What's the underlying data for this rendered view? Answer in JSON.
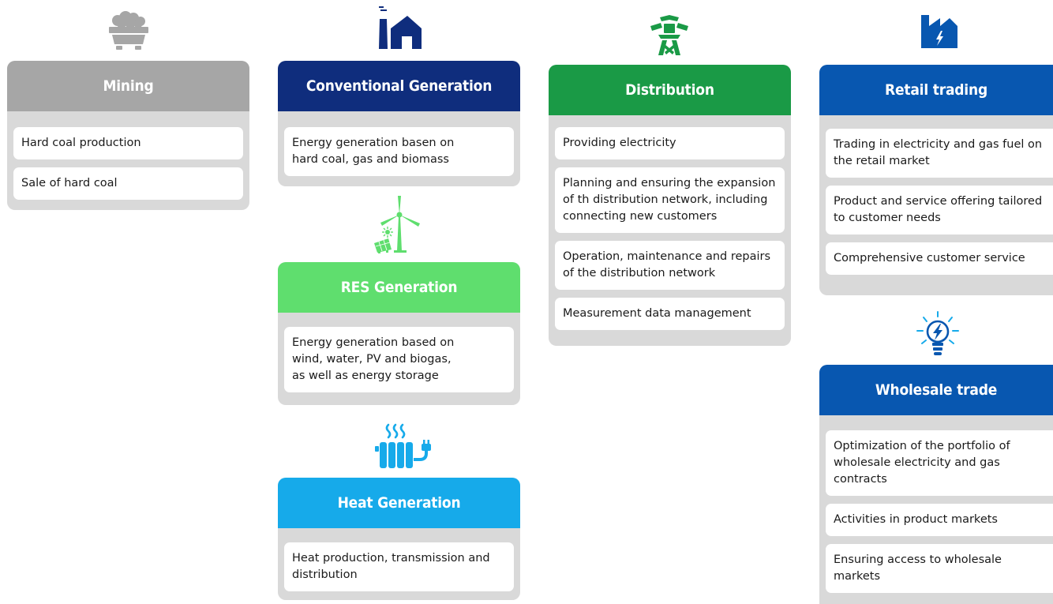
{
  "colors": {
    "mining": "#a6a6a6",
    "conventional": "#0f2d7d",
    "distribution": "#1a9a46",
    "retail": "#0857b0",
    "res": "#5fde6e",
    "heat": "#16aaea",
    "wholesale": "#0857b0",
    "card_bg": "#d9d9d9"
  },
  "mining": {
    "icon": "mine-cart-icon",
    "title": "Mining",
    "items": [
      "Hard coal production",
      "Sale of hard coal"
    ]
  },
  "conventional": {
    "icon": "power-plant-icon",
    "title": "Conventional Generation",
    "items": [
      "Energy generation basen on\nhard coal, gas and biomass"
    ]
  },
  "res": {
    "icon": "wind-turbine-solar-icon",
    "title": "RES Generation",
    "items": [
      "Energy generation based on\nwind, water, PV and biogas,\nas well as energy storage"
    ]
  },
  "heat": {
    "icon": "radiator-icon",
    "title": "Heat Generation",
    "items": [
      "Heat production, transmission and\ndistribution"
    ]
  },
  "distribution": {
    "icon": "transmission-tower-icon",
    "title": "Distribution",
    "items": [
      "Providing electricity",
      "Planning and ensuring the expansion\nof th distribution network, including\nconnecting new customers",
      "Operation, maintenance and repairs\nof the distribution network",
      "Measurement data management"
    ]
  },
  "retail": {
    "icon": "factory-bolt-icon",
    "title": "Retail trading",
    "items": [
      "Trading in electricity and gas fuel on\nthe retail market",
      "Product and service offering tailored\nto customer needs",
      "Comprehensive customer service"
    ]
  },
  "wholesale": {
    "icon": "lightbulb-bolt-icon",
    "title": "Wholesale trade",
    "items": [
      "Optimization of the portfolio of\nwholesale electricity and gas\ncontracts",
      "Activities in product markets",
      "Ensuring access to wholesale\nmarkets"
    ]
  }
}
